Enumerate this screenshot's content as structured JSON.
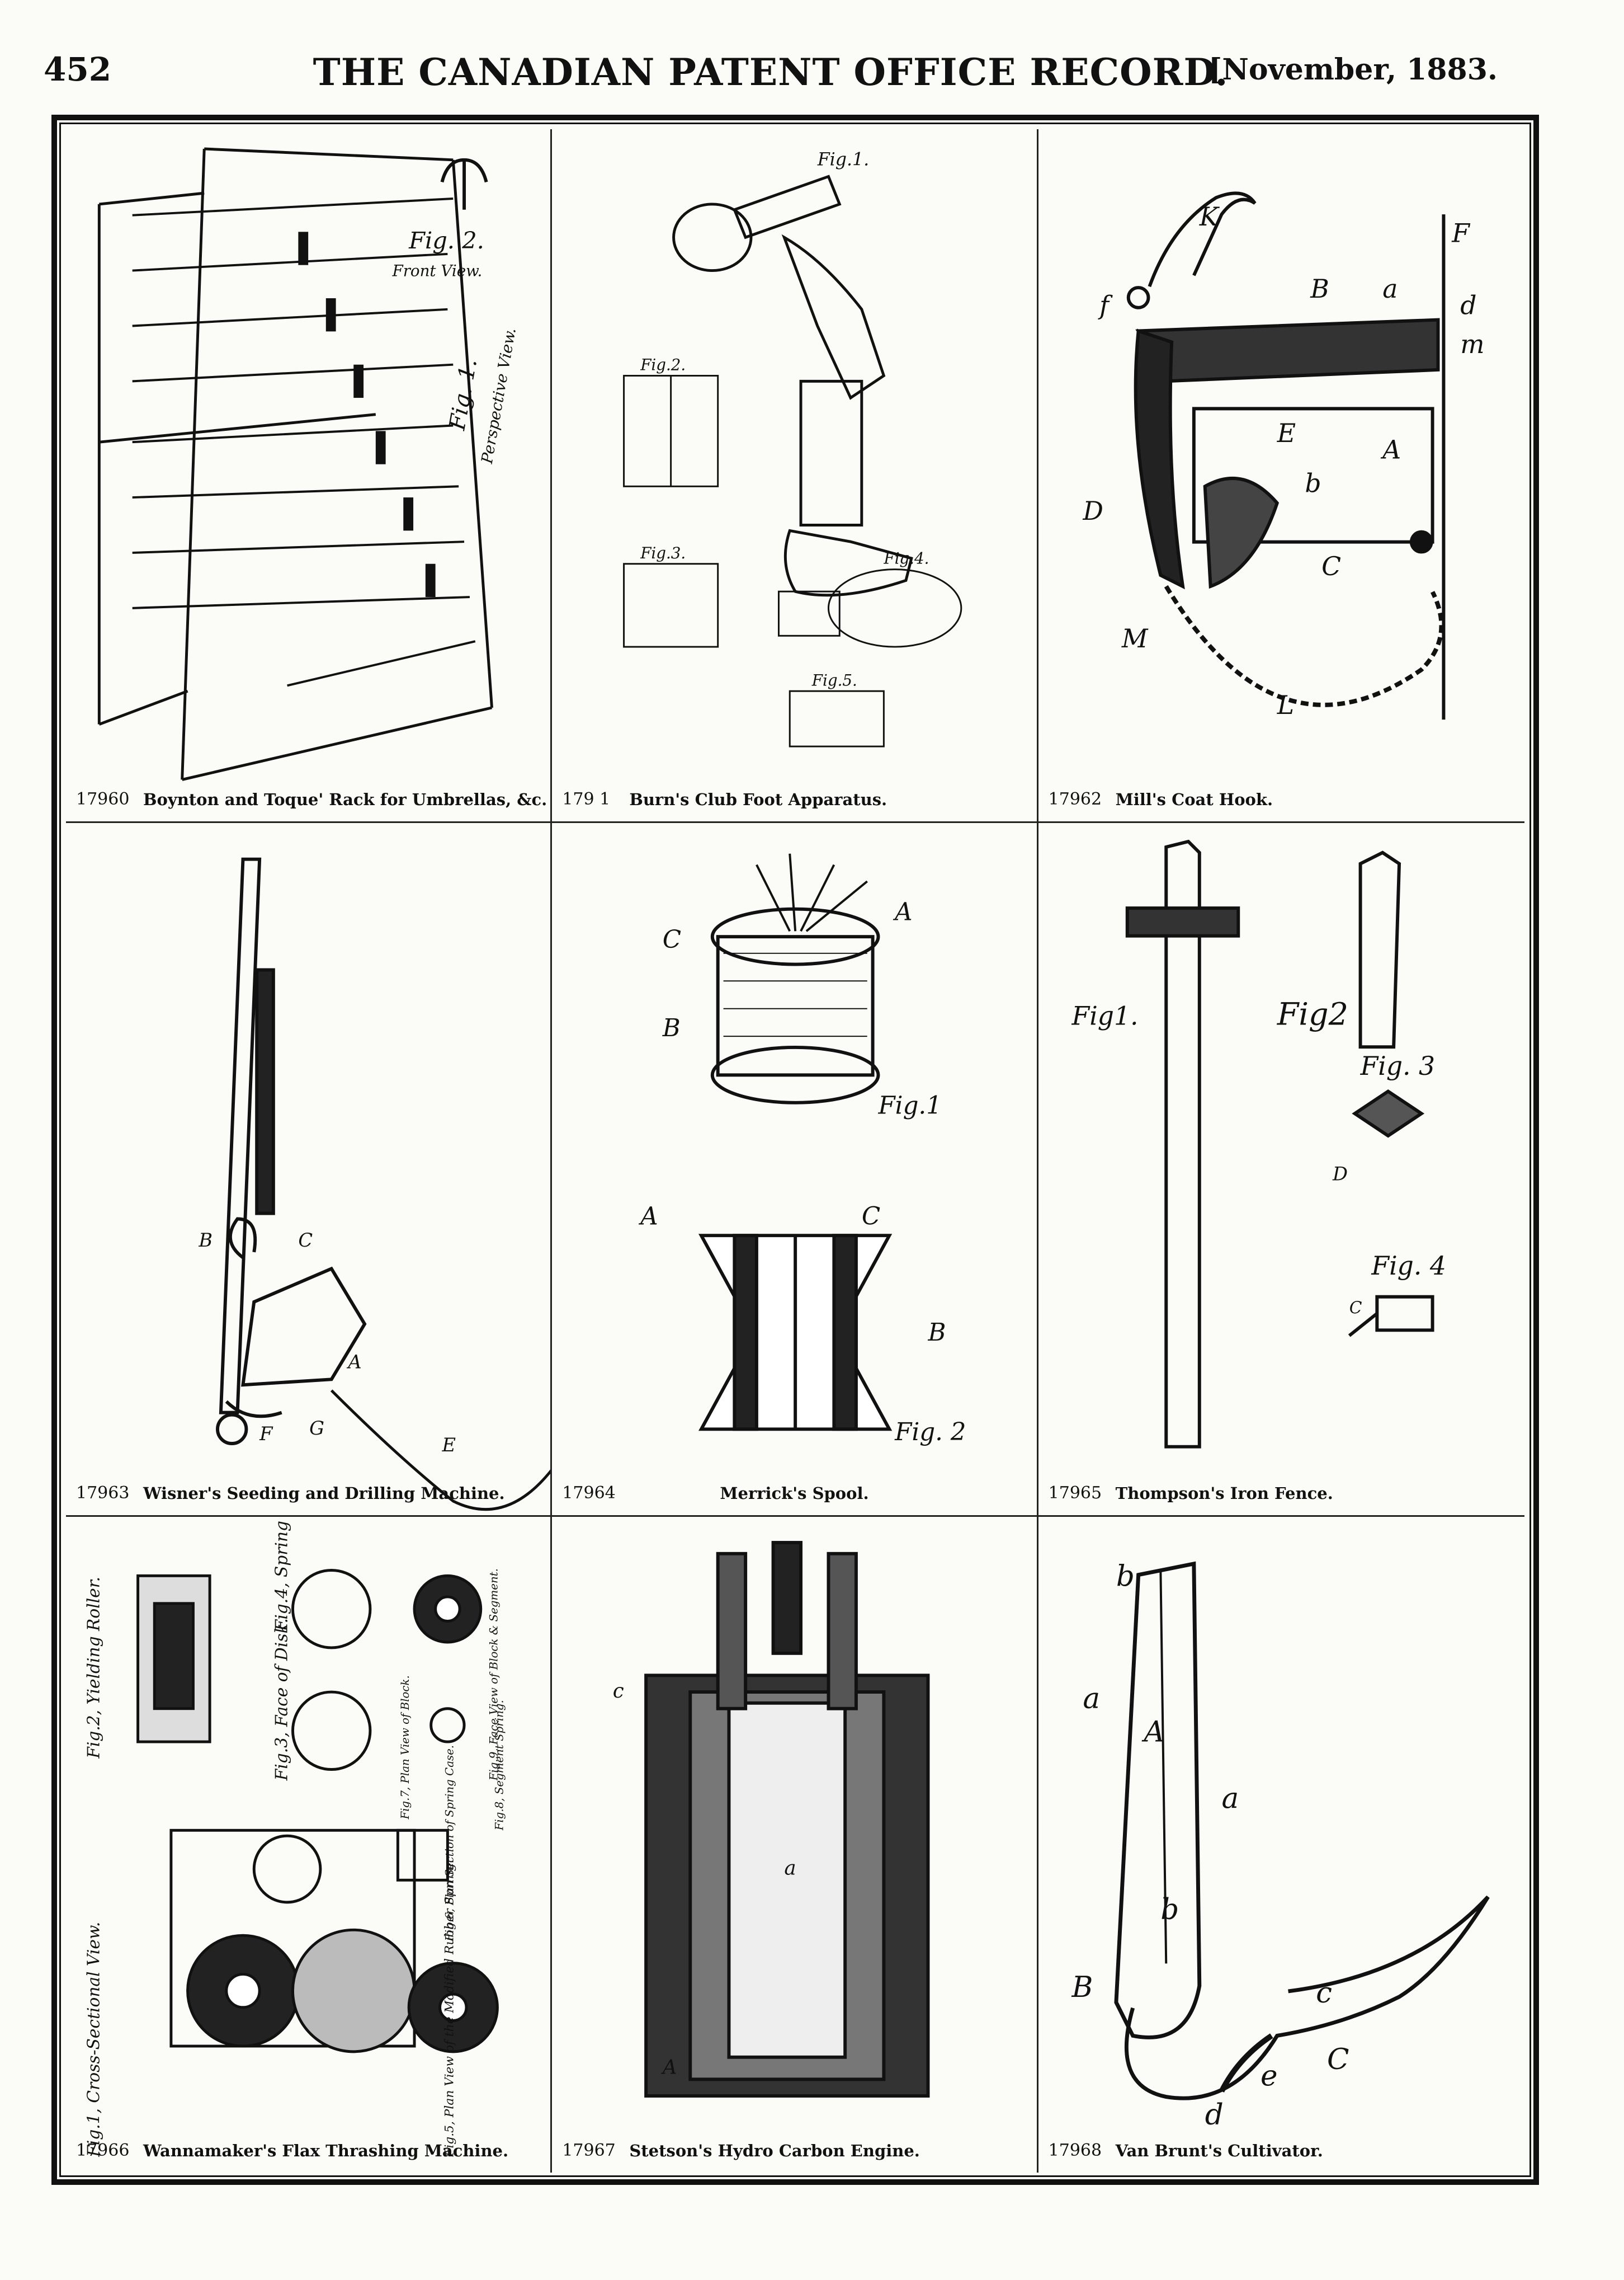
{
  "header": {
    "page_number": "452",
    "journal_title": "THE CANADIAN PATENT OFFICE RECORD.",
    "issue_date": "[November, 1883."
  },
  "patents": [
    {
      "number": "17960",
      "title": "Boynton and Toque' Rack for Umbrellas, &c.",
      "labels": [
        "Fig. 2.",
        "Front View.",
        "Fig. 1.",
        "Perspective View."
      ]
    },
    {
      "number": "179 1",
      "title": "Burn's Club Foot Apparatus.",
      "labels": [
        "Fig.1.",
        "Fig.2.",
        "Fig.3.",
        "Fig.4.",
        "Fig.5."
      ]
    },
    {
      "number": "17962",
      "title": "Mill's Coat Hook.",
      "labels": [
        "F",
        "K",
        "B",
        "a",
        "f",
        "d",
        "m",
        "E",
        "A",
        "b",
        "D",
        "C",
        "M",
        "L"
      ]
    },
    {
      "number": "17963",
      "title": "Wisner's Seeding and Drilling Machine.",
      "labels": [
        "B",
        "C",
        "A",
        "G",
        "F",
        "E"
      ]
    },
    {
      "number": "17964",
      "title": "Merrick's Spool.",
      "labels": [
        "C",
        "A",
        "B",
        "Fig.1",
        "A",
        "C",
        "B",
        "Fig. 2"
      ]
    },
    {
      "number": "17965",
      "title": "Thompson's Iron Fence.",
      "labels": [
        "Fig1.",
        "Fig2",
        "Fig. 3",
        "Fig. 4",
        "D",
        "C"
      ]
    },
    {
      "number": "17966",
      "title": "Wannamaker's Flax Thrashing Machine.",
      "labels": [
        "Fig.1, Cross-Sectional View.",
        "Fig.2, Yielding Roller.",
        "Fig.3, Face of Disk.",
        "Fig.4, Spring Case",
        "Fig.5, Plan View of the Modified Rubber Spring.",
        "Fig.6, Plan Section of Spring Case.",
        "Fig.7, Plan View of Block.",
        "Fig.8, Segment Spring.",
        "Fig.9, Face View of Block & Segment."
      ]
    },
    {
      "number": "17967",
      "title": "Stetson's Hydro Carbon Engine.",
      "labels": [
        "c",
        "a",
        "A"
      ]
    },
    {
      "number": "17968",
      "title": "Van Brunt's Cultivator.",
      "labels": [
        "b",
        "a",
        "A",
        "a",
        "B",
        "b",
        "c",
        "C",
        "e",
        "d"
      ]
    }
  ]
}
